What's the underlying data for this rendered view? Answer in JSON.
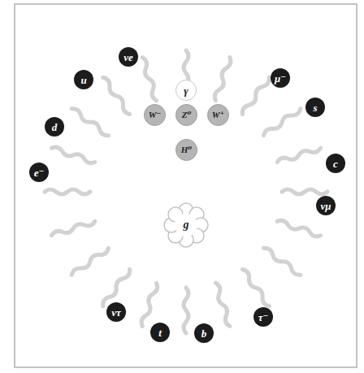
{
  "diagram": {
    "nodes": [
      {
        "text": [
          "νe"
        ]
      },
      {
        "text": [
          "μ⁻"
        ]
      },
      {
        "text": [
          "u"
        ]
      },
      {
        "text": [
          "s"
        ]
      },
      {
        "text": [
          "γ"
        ]
      },
      {
        "text": [
          "d"
        ]
      },
      {
        "text": [
          "W⁻"
        ]
      },
      {
        "text": [
          "Z⁰"
        ]
      },
      {
        "text": [
          "W⁺"
        ]
      },
      {
        "text": [
          "H⁰"
        ]
      },
      {
        "text": [
          "c"
        ]
      },
      {
        "text": [
          "e⁻"
        ]
      },
      {
        "text": [
          "νμ"
        ]
      },
      {
        "text": [
          "g"
        ]
      },
      {
        "text": [
          "ντ"
        ]
      },
      {
        "text": [
          "τ⁻"
        ]
      },
      {
        "text": [
          "t"
        ]
      },
      {
        "text": [
          "b"
        ]
      }
    ]
  }
}
